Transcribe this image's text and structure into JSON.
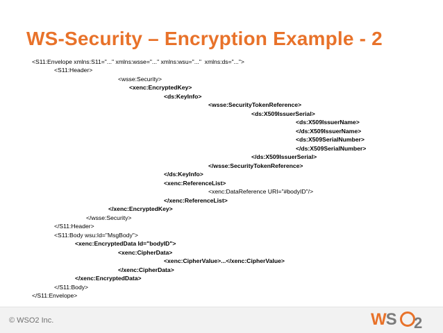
{
  "slide": {
    "title": "WS-Security – Encryption Example - 2"
  },
  "code_lines": [
    "<S11:Envelope xmlns:S11=\"...\" xmlns:wsse=\"...\" xmlns:wsu=\"...\"  xmlns:ds=\"...\">",
    "<S11:Header>",
    "<wsse:Security>",
    "<xenc:EncryptedKey>",
    "<ds:KeyInfo>",
    "<wsse:SecurityTokenReference>",
    "<ds:X509IssuerSerial>",
    "<ds:X509IssuerName>",
    "</ds:X509IssuerName>",
    "<ds:X509SerialNumber>",
    "</ds:X509SerialNumber>",
    "</ds:X509IssuerSerial>",
    "</wsse:SecurityTokenReference>",
    "</ds:KeyInfo>",
    "<xenc:ReferenceList>",
    "<xenc:DataReference URI=\"#bodyID\"/>",
    "</xenc:ReferenceList>",
    "</xenc:EncryptedKey>",
    "</wsse:Security>",
    "</S11:Header>",
    "<S11:Body wsu:Id=\"MsgBody\">",
    "<xenc:EncryptedData Id=\"bodyID\">",
    "<xenc:CipherData>",
    "<xenc:CipherValue>...</xenc:CipherValue>",
    "</xenc:CipherData>",
    "</xenc:EncryptedData>",
    "</S11:Body>",
    "</S11:Envelope>"
  ],
  "footer": {
    "copyright": "© WSO2 Inc.",
    "logo": {
      "text_ws": "W",
      "text_s": "S",
      "text_2": "2"
    }
  },
  "colors": {
    "title": "#e8722a",
    "accent": "#e8722a",
    "footer_bg": "#f2f2f2"
  }
}
